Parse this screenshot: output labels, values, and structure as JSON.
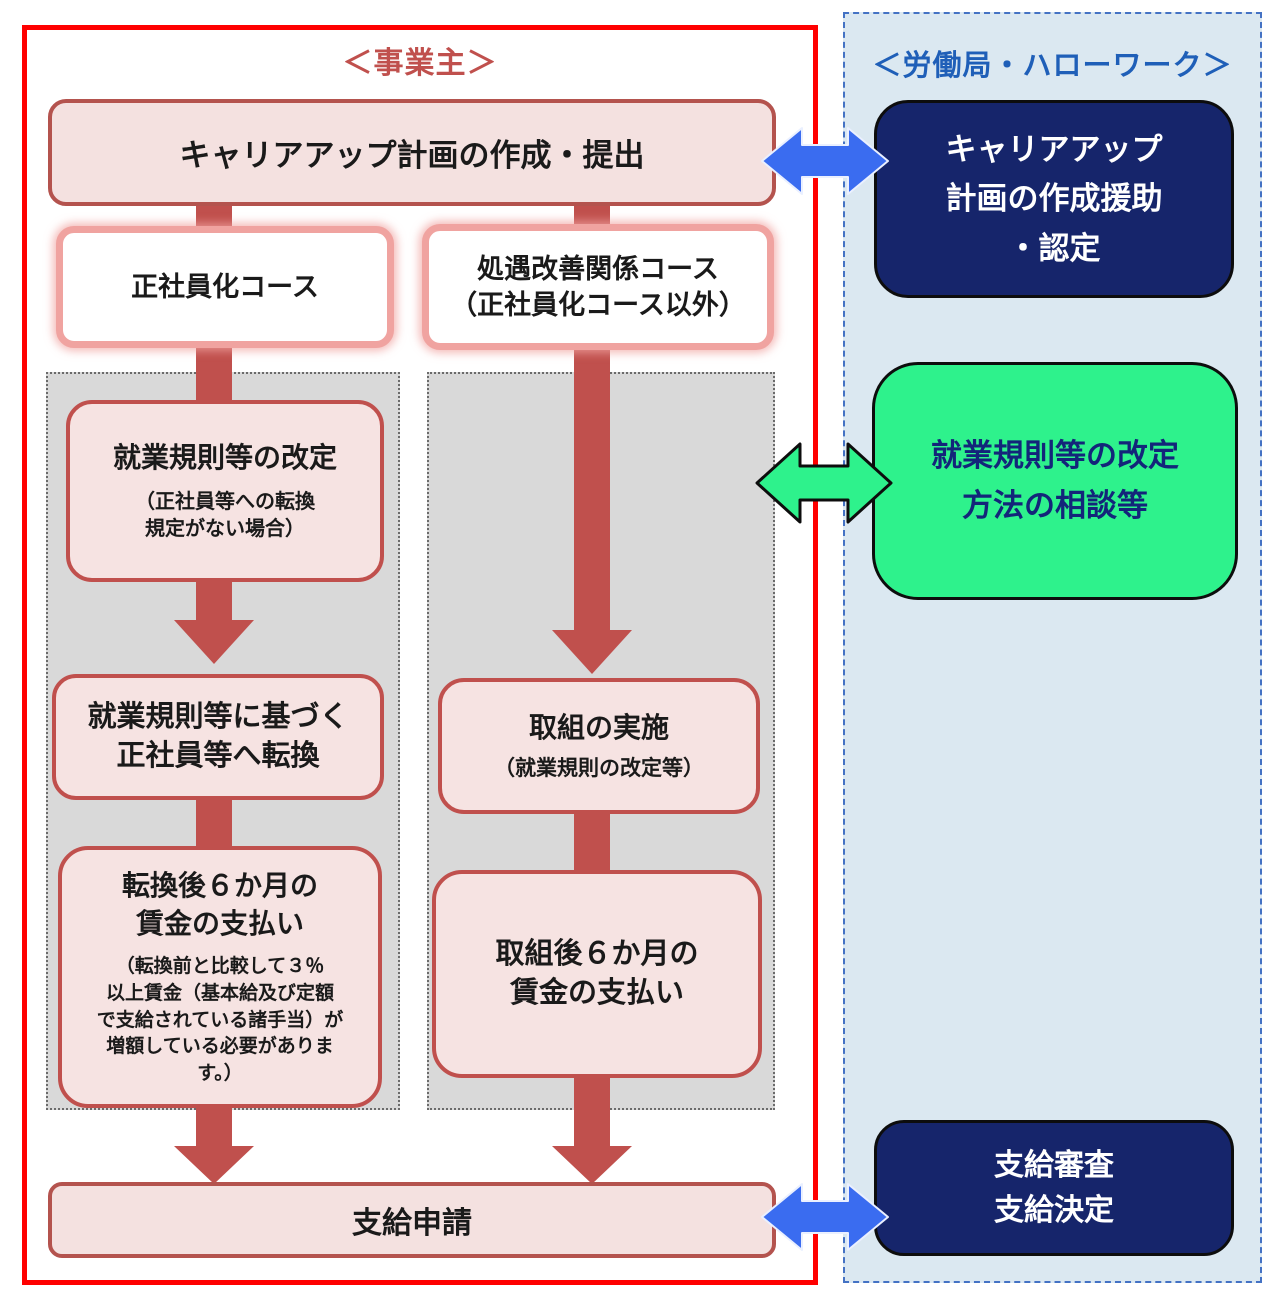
{
  "colors": {
    "outer_border": "#ff0000",
    "accent_red": "#c0504d",
    "box_border_red": "#b4534e",
    "pink_fill": "#f4e1e0",
    "pale_pink_border": "#f0a3a0",
    "gray_fill": "#d9d9d9",
    "gray_border": "#6b6b6b",
    "blue_panel_fill": "#dbe8f1",
    "blue_panel_border": "#4472c4",
    "navy_fill": "#16256b",
    "navy_text": "#13257a",
    "green_fill": "#2ef28c",
    "blue_arrow": "#3a6cf0",
    "right_title_blue": "#1f5fb8",
    "text_dark": "#1a1a1a"
  },
  "employer": {
    "title": "＜事業主＞",
    "plan_box": "キャリアアップ計画の作成・提出",
    "course_seishain": "正社員化コース",
    "course_shogu": "処遇改善関係コース\n（正社員化コース以外）",
    "seishain_flow": {
      "revise_title": "就業規則等の改定",
      "revise_note": "（正社員等への転換\n規定がない場合）",
      "convert": "就業規則等に基づく\n正社員等へ転換",
      "wage_title": "転換後６か月の\n賃金の支払い",
      "wage_note": "（転換前と比較して３％\n以上賃金（基本給及び定額\nで支給されている諸手当）が\n増額している必要がありま\nす。）"
    },
    "shogu_flow": {
      "implement_title": "取組の実施",
      "implement_note": "（就業規則の改定等）",
      "wage_title": "取組後６か月の\n賃金の支払い"
    },
    "apply_box": "支給申請"
  },
  "bureau": {
    "title": "＜労働局・ハローワーク＞",
    "assist_box": "キャリアアップ\n計画の作成援助\n・認定",
    "consult_box": "就業規則等の改定\n方法の相談等",
    "review_box": "支給審査\n支給決定"
  }
}
